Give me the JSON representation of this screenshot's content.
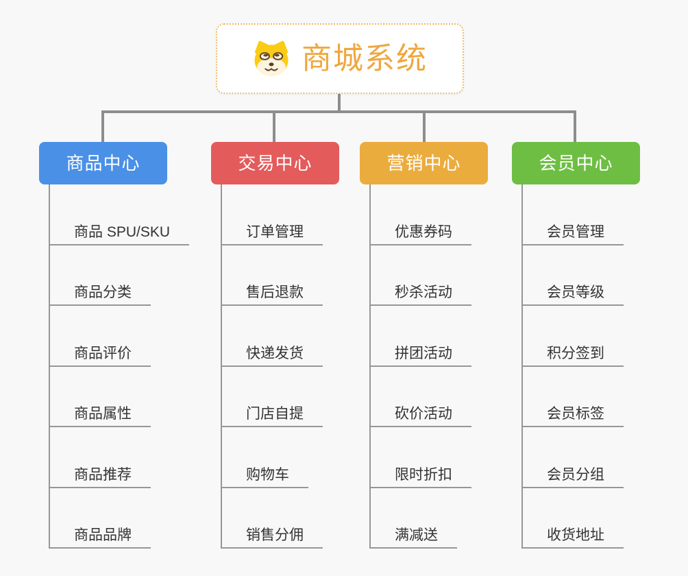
{
  "root": {
    "title": "商城系统",
    "icon": "shiba-dog-icon",
    "accent_color": "#efa73f",
    "border_color": "#f4b95f"
  },
  "branches": [
    {
      "label": "商品中心",
      "color": "#4a90e6",
      "items": [
        "商品 SPU/SKU",
        "商品分类",
        "商品评价",
        "商品属性",
        "商品推荐",
        "商品品牌"
      ]
    },
    {
      "label": "交易中心",
      "color": "#e45b5b",
      "items": [
        "订单管理",
        "售后退款",
        "快递发货",
        "门店自提",
        "购物车",
        "销售分佣"
      ]
    },
    {
      "label": "营销中心",
      "color": "#ebac3e",
      "items": [
        "优惠券码",
        "秒杀活动",
        "拼团活动",
        "砍价活动",
        "限时折扣",
        "满减送"
      ]
    },
    {
      "label": "会员中心",
      "color": "#6ebe44",
      "items": [
        "会员管理",
        "会员等级",
        "积分签到",
        "会员标签",
        "会员分组",
        "收货地址"
      ]
    }
  ],
  "style": {
    "connector_color": "#8d8d8d",
    "underline_color": "#969696",
    "background_color": "#f8f8f9"
  }
}
